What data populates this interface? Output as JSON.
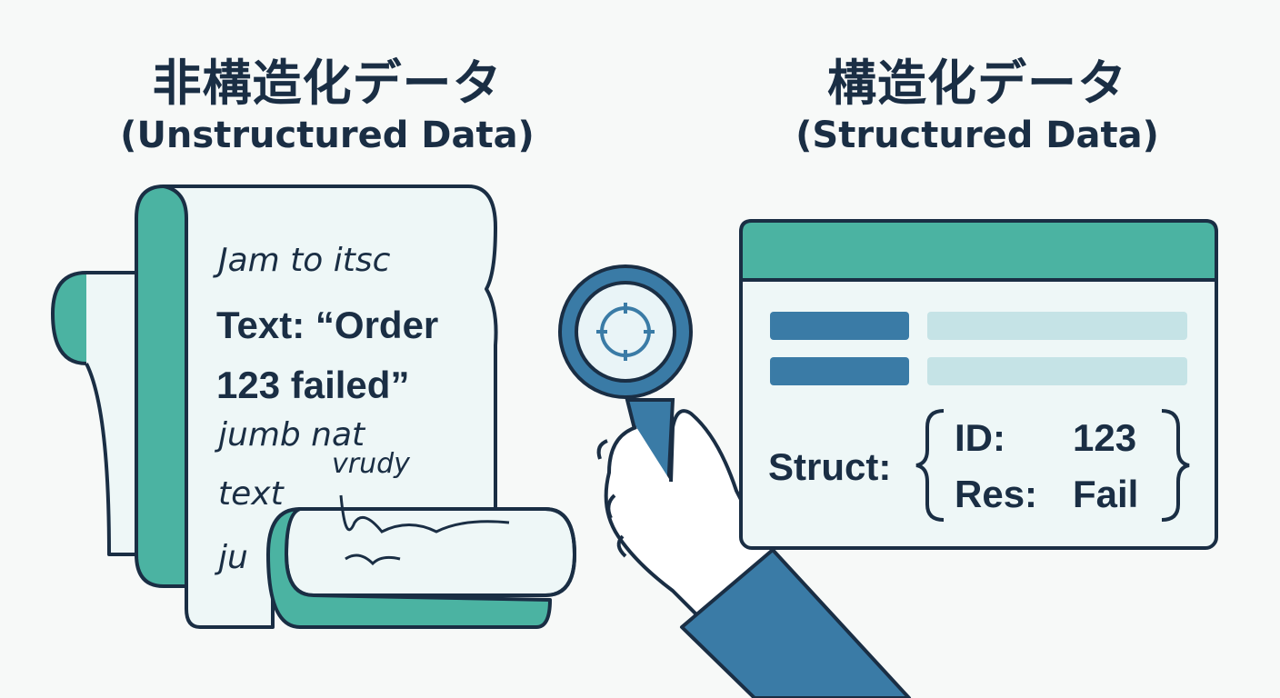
{
  "left": {
    "title_jp": "非構造化データ",
    "title_en": "(Unstructured Data)",
    "scroll_lines": {
      "line1": "Jam to itsc",
      "line2": "Text: “Order",
      "line3": "123  failed”",
      "line4": "jumb  nat",
      "line5": "vrudy",
      "line6": "text",
      "line7": "ju"
    }
  },
  "right": {
    "title_jp": "構造化データ",
    "title_en": "(Structured Data)",
    "struct_label": "Struct:",
    "fields": [
      {
        "key": "ID:",
        "value": "123"
      },
      {
        "key": "Res:",
        "value": "Fail"
      }
    ]
  },
  "colors": {
    "teal": "#4bb3a2",
    "blue": "#3a7ba6",
    "outline": "#1a2e44",
    "paper": "#eef7f7",
    "light_bar": "#c5e3e6"
  }
}
